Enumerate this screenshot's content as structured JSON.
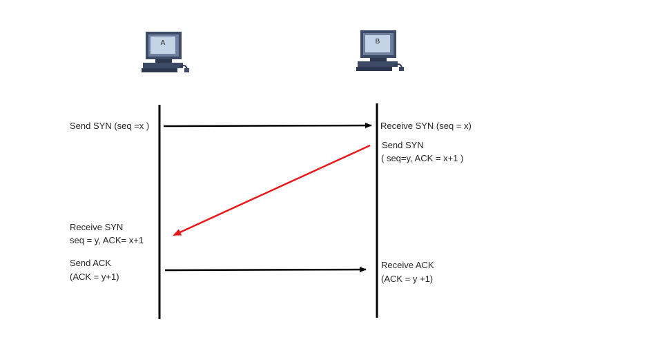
{
  "hosts": [
    {
      "id": "A",
      "label": "A"
    },
    {
      "id": "B",
      "label": "B"
    }
  ],
  "labels": {
    "a_send_syn": "Send SYN (seq =x )",
    "b_receive_syn": "Receive SYN (seq = x)",
    "b_send_syn_1": "Send SYN",
    "b_send_syn_2": "( seq=y, ACK = x+1 )",
    "a_receive_syn_1": "Receive SYN",
    "a_receive_syn_2": "seq = y, ACK= x+1",
    "a_send_ack_1": "Send ACK",
    "a_send_ack_2": "(ACK = y+1)",
    "b_receive_ack_1": "Receive ACK",
    "b_receive_ack_2": "(ACK = y +1)"
  },
  "colors": {
    "timeline": "#000000",
    "syn_arrow": "#000000",
    "syn_ack_arrow": "#e8191b",
    "ack_arrow": "#000000",
    "monitor_body": "#3d4a66",
    "screen": "#c5d3e6"
  }
}
